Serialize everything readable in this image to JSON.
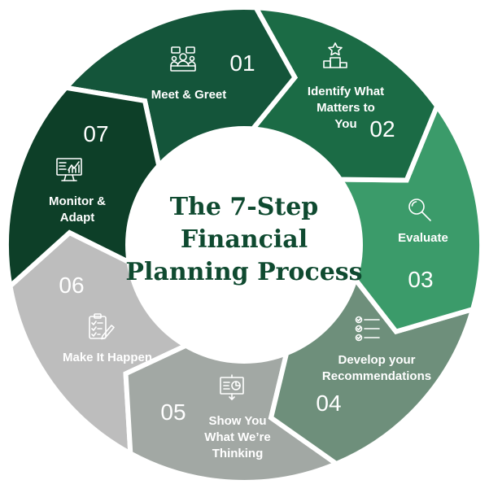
{
  "title": [
    "The 7-Step",
    "Financial",
    "Planning Process"
  ],
  "steps": [
    {
      "number": "01",
      "label": [
        "Meet & Greet"
      ],
      "color": "#0d3f28",
      "icon": "meeting-people-icon"
    },
    {
      "number": "02",
      "label": [
        "Identify What",
        "Matters to",
        "You"
      ],
      "color": "#14553a",
      "icon": "podium-star-icon"
    },
    {
      "number": "03",
      "label": [
        "Evaluate"
      ],
      "color": "#1b6b45",
      "icon": "magnifier-icon"
    },
    {
      "number": "04",
      "label": [
        "Develop your",
        "Recommendations"
      ],
      "color": "#3b9b6a",
      "icon": "checklist-icon"
    },
    {
      "number": "05",
      "label": [
        "Show You",
        "What We’re",
        "Thinking"
      ],
      "color": "#6e8f7b",
      "icon": "presentation-board-icon"
    },
    {
      "number": "06",
      "label": [
        "Make It Happen"
      ],
      "color": "#a2a8a4",
      "icon": "clipboard-pen-icon"
    },
    {
      "number": "07",
      "label": [
        "Monitor &",
        "Adapt"
      ],
      "color": "#bdbdbd",
      "icon": "monitor-chart-icon"
    }
  ]
}
